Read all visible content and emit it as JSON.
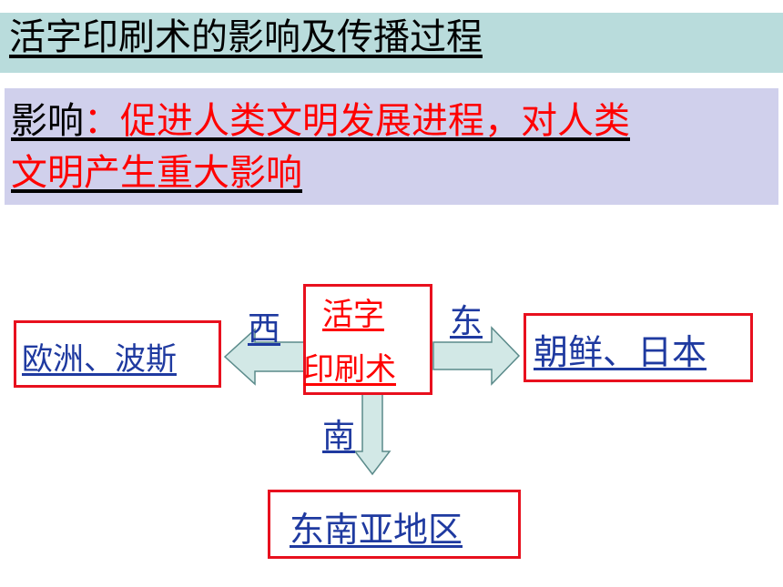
{
  "title": "活字印刷术的影响及传播过程",
  "impact": {
    "label": "影响",
    "colon": "：",
    "text_line1": "促进人类文明发展进程，对人类",
    "text_line2": "文明产生重大影响"
  },
  "diagram": {
    "center_line1": "活字",
    "center_line2": "印刷术",
    "west_label": "西",
    "east_label": "东",
    "south_label": "南",
    "west_destination": "欧洲、波斯",
    "east_destination": "朝鲜、日本",
    "south_destination": "东南亚地区"
  },
  "colors": {
    "title_bar": "#b9dcdc",
    "impact_bg": "#d0d0ec",
    "box_border": "#e8101e",
    "link_text": "#1f3aa0",
    "highlight": "#ff0000",
    "arrow_fill": "#d2e8e6",
    "arrow_stroke": "#5a8a8a"
  }
}
